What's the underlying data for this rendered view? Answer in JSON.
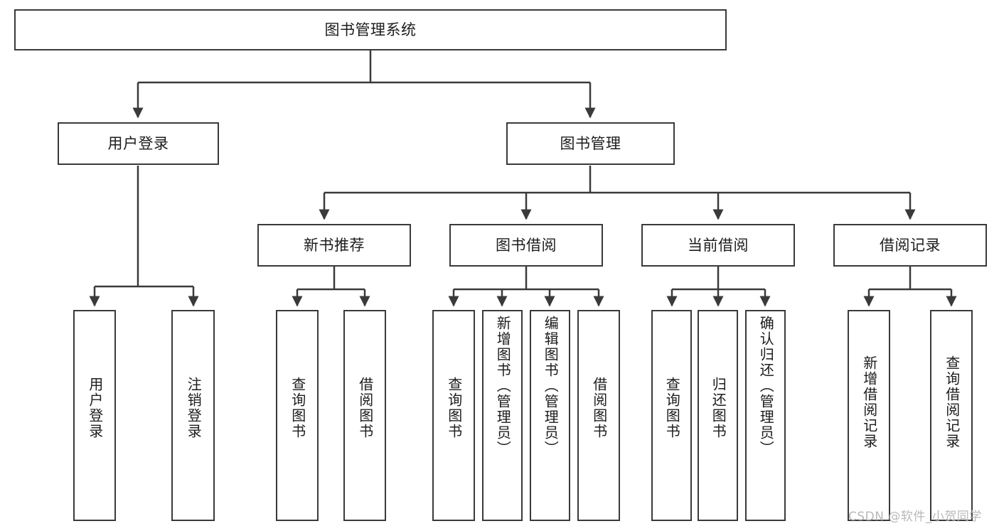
{
  "diagram": {
    "type": "tree-hierarchy",
    "title": "图书管理系统",
    "root": {
      "label": "图书管理系统"
    },
    "level2": [
      {
        "id": "user-login",
        "label": "用户登录"
      },
      {
        "id": "book-manage",
        "label": "图书管理"
      }
    ],
    "level3": [
      {
        "id": "new-book-recommend",
        "label": "新书推荐"
      },
      {
        "id": "book-borrow",
        "label": "图书借阅"
      },
      {
        "id": "current-borrow",
        "label": "当前借阅"
      },
      {
        "id": "borrow-record",
        "label": "借阅记录"
      }
    ],
    "leaves": [
      {
        "id": "leaf-user-login",
        "label": "用户登录",
        "parent": "user-login"
      },
      {
        "id": "leaf-logout-login",
        "label": "注销登录",
        "parent": "user-login"
      },
      {
        "id": "leaf-query-book-1",
        "label": "查询图书",
        "parent": "new-book-recommend"
      },
      {
        "id": "leaf-borrow-book-1",
        "label": "借阅图书",
        "parent": "new-book-recommend"
      },
      {
        "id": "leaf-query-book-2",
        "label": "查询图书",
        "parent": "book-borrow"
      },
      {
        "id": "leaf-add-book",
        "label": "新增图书（管理员）",
        "parent": "book-borrow"
      },
      {
        "id": "leaf-edit-book",
        "label": "编辑图书（管理员）",
        "parent": "book-borrow"
      },
      {
        "id": "leaf-borrow-book-2",
        "label": "借阅图书",
        "parent": "book-borrow"
      },
      {
        "id": "leaf-query-book-3",
        "label": "查询图书",
        "parent": "current-borrow"
      },
      {
        "id": "leaf-return-book",
        "label": "归还图书",
        "parent": "current-borrow"
      },
      {
        "id": "leaf-confirm-return",
        "label": "确认归还（管理员）",
        "parent": "current-borrow"
      },
      {
        "id": "leaf-add-record",
        "label": "新增借阅记录",
        "parent": "borrow-record"
      },
      {
        "id": "leaf-query-record",
        "label": "查询借阅记录",
        "parent": "borrow-record"
      }
    ],
    "watermark": "CSDN @软件_小贺同学",
    "colors": {
      "stroke": "#3a3a3a",
      "background": "#ffffff",
      "text": "#1c1c1c",
      "watermark": "#b8b8b8"
    }
  }
}
